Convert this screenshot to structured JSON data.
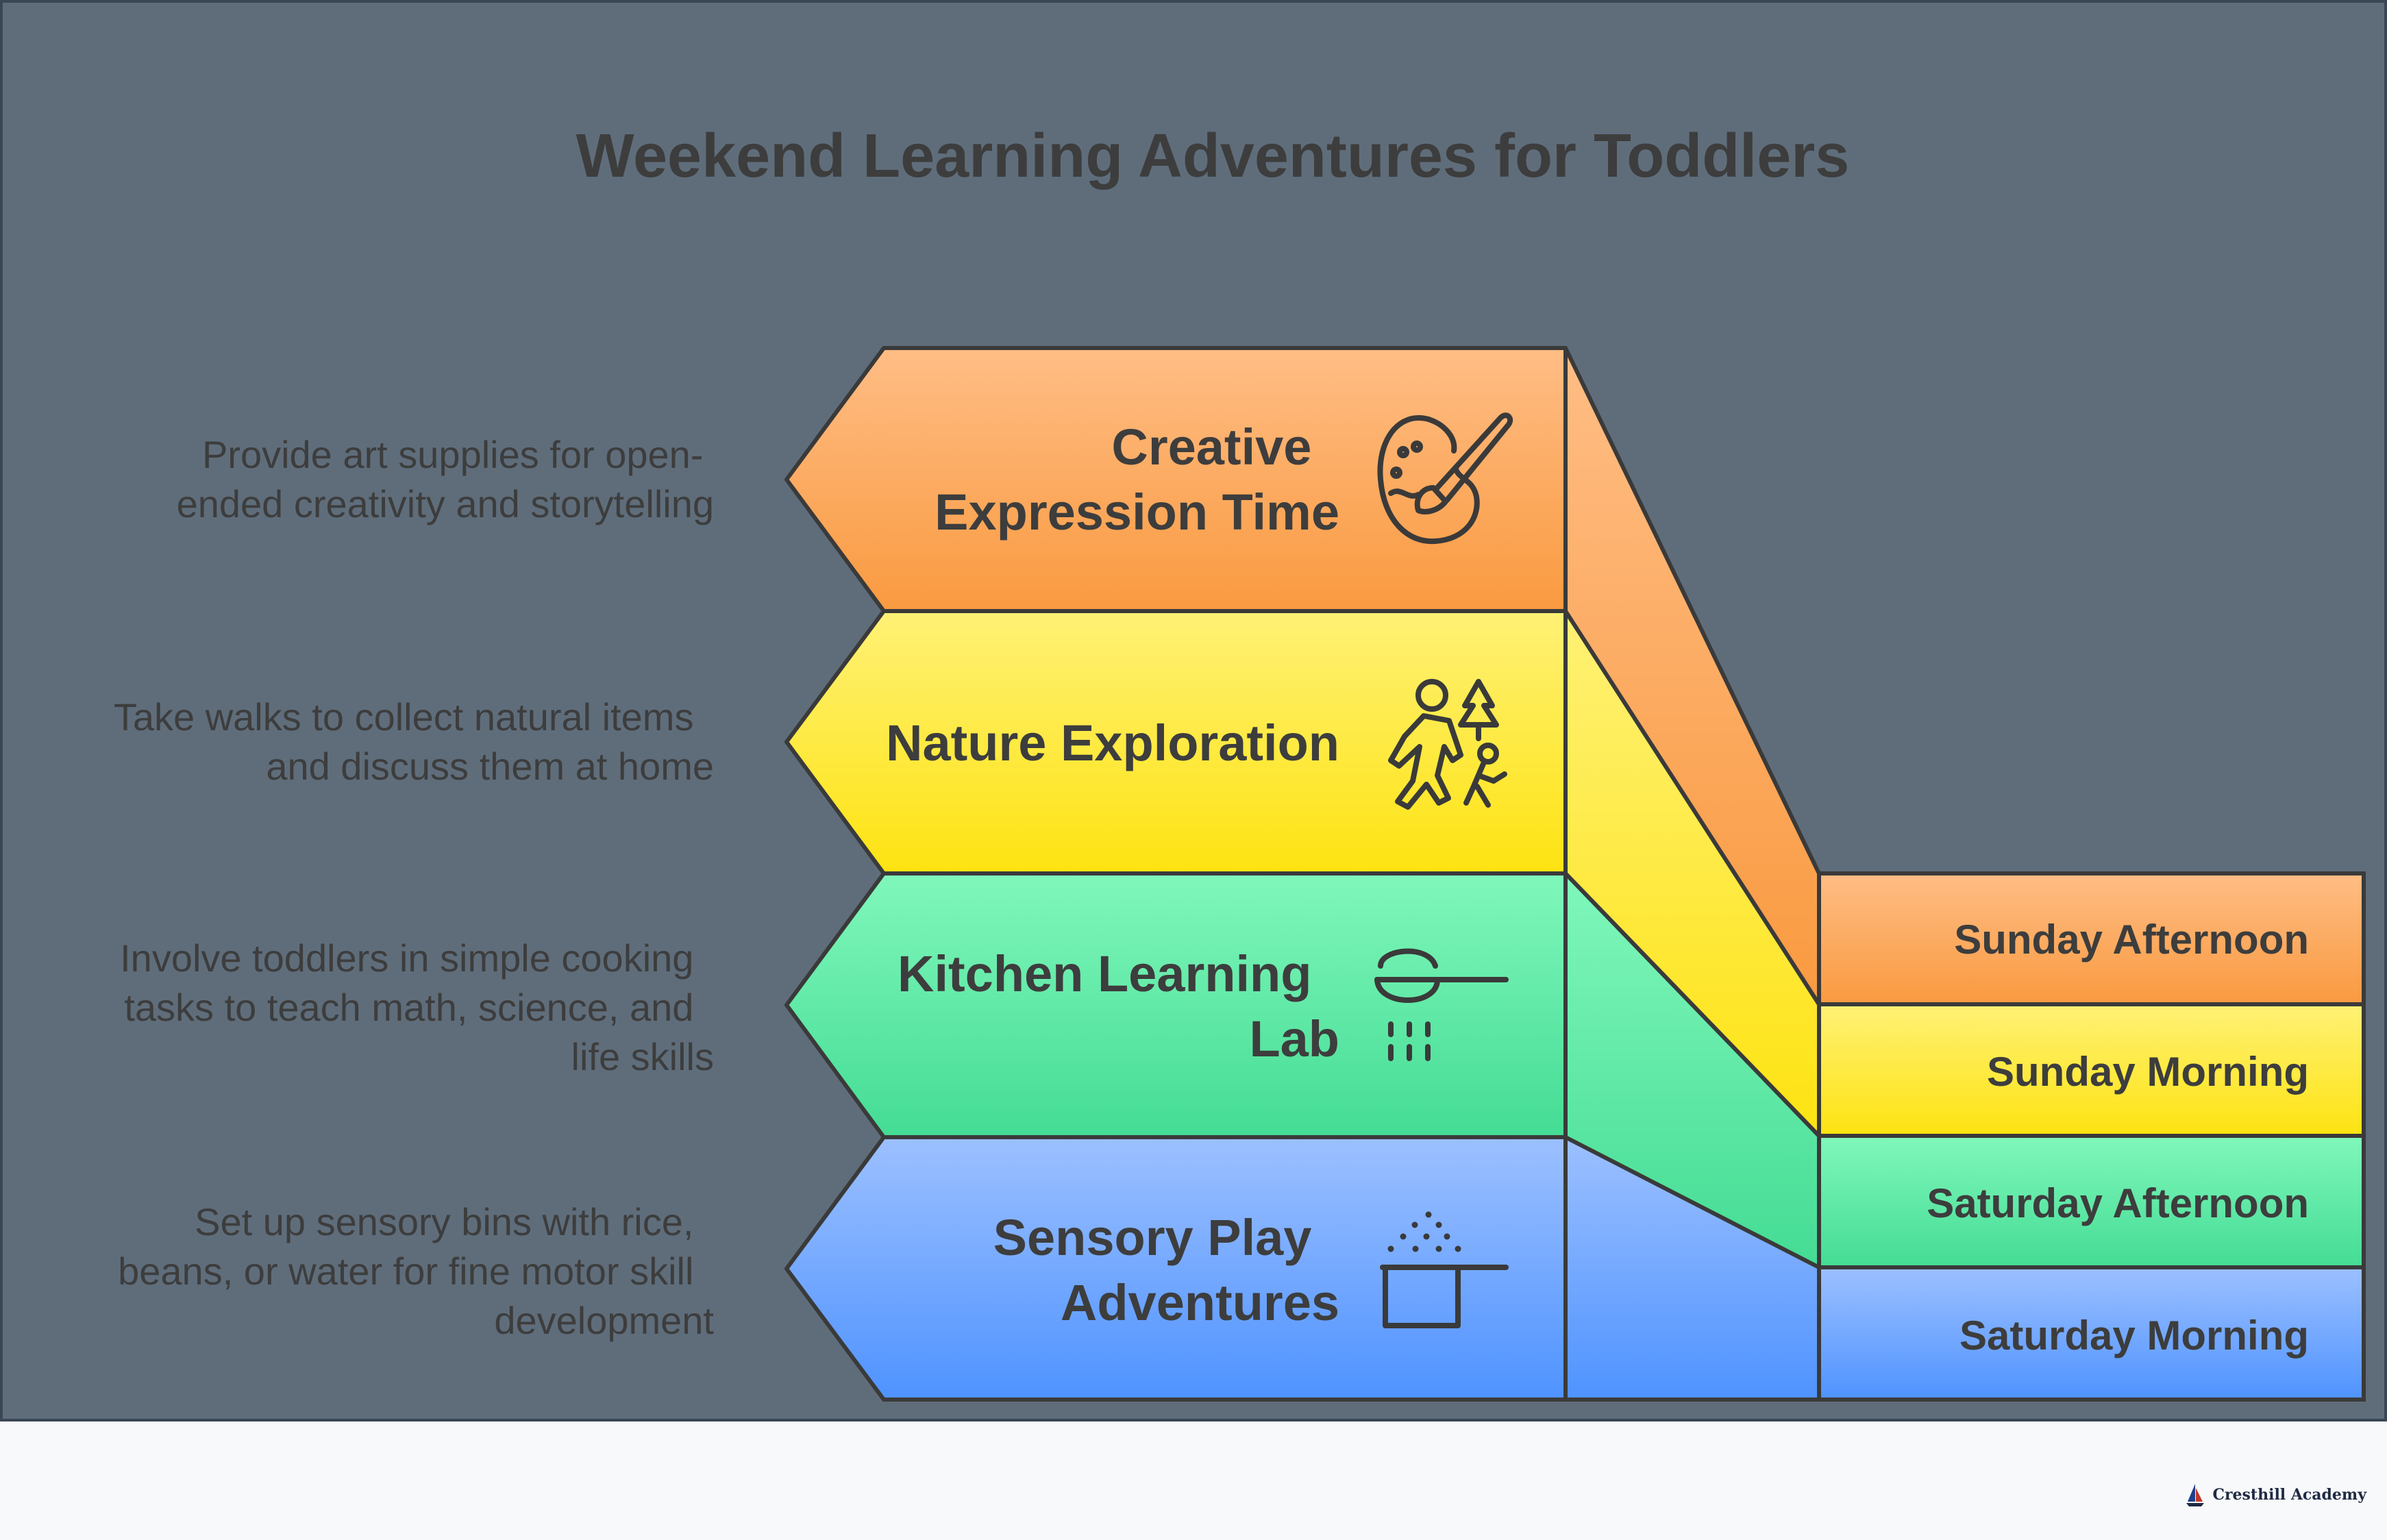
{
  "title": "Weekend Learning Adventures for Toddlers",
  "colors": {
    "background": "#5f6d7b",
    "text_dark": "#3d3d3d",
    "description_text": "#3d3d3d",
    "stroke": "#3a3a3a",
    "orange": [
      "#ffbd85",
      "#f99a40"
    ],
    "yellow": [
      "#fff176",
      "#fde311"
    ],
    "green": [
      "#80f7bb",
      "#44dc94"
    ],
    "blue": [
      "#9cc0ff",
      "#4f93ff"
    ]
  },
  "activities": [
    {
      "label_lines": [
        "Creative",
        "Expression Time"
      ],
      "description_lines": [
        "Provide art supplies for open-",
        "ended creativity and storytelling"
      ],
      "icon": "palette-brush-icon",
      "color": "orange"
    },
    {
      "label_lines": [
        "Nature Exploration"
      ],
      "description_lines": [
        "Take walks to collect natural items",
        "and discuss them at home"
      ],
      "icon": "walking-nature-icon",
      "color": "yellow"
    },
    {
      "label_lines": [
        "Kitchen Learning",
        "Lab"
      ],
      "description_lines": [
        "Involve toddlers in simple cooking",
        "tasks to teach math, science, and",
        "life skills"
      ],
      "icon": "measuring-cup-icon",
      "color": "green"
    },
    {
      "label_lines": [
        "Sensory Play",
        "Adventures"
      ],
      "description_lines": [
        "Set up sensory bins with rice,",
        "beans, or water for fine motor skill",
        "development"
      ],
      "icon": "sensory-bin-icon",
      "color": "blue"
    }
  ],
  "time_slots": [
    {
      "label": "Sunday Afternoon",
      "color": "orange"
    },
    {
      "label": "Sunday Morning",
      "color": "yellow"
    },
    {
      "label": "Saturday Afternoon",
      "color": "green"
    },
    {
      "label": "Saturday Morning",
      "color": "blue"
    }
  ],
  "brand": {
    "name": "Cresthill Academy"
  }
}
